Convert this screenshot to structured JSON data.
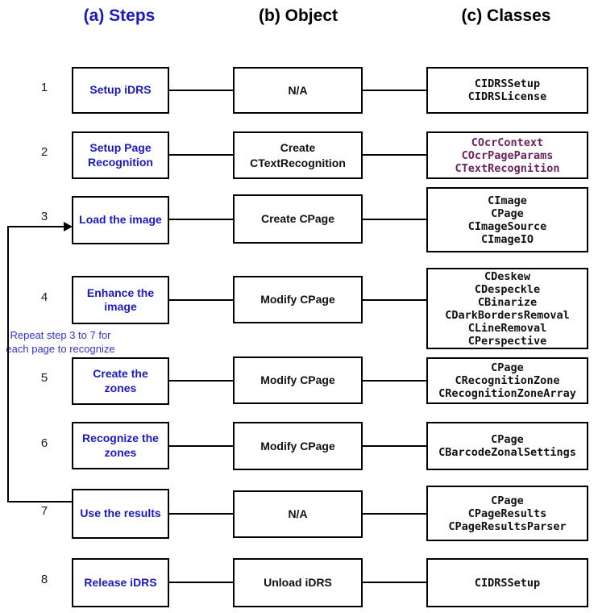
{
  "headers": [
    {
      "label": "(a) Steps"
    },
    {
      "label": "(b) Object"
    },
    {
      "label": "(c) Classes"
    }
  ],
  "loop_note": {
    "lines": [
      "Repeat step 3 to 7 for",
      "each page to recognize"
    ]
  },
  "rows": [
    {
      "num": "1",
      "step": "Setup iDRS",
      "object": "N/A",
      "classes": [
        "CIDRSSetup",
        "CIDRSLicense"
      ],
      "classes_color": "#111111"
    },
    {
      "num": "2",
      "step": "Setup Page Recognition",
      "object": "Create CTextRecognition",
      "classes": [
        "COcrContext",
        "COcrPageParams",
        "CTextRecognition"
      ],
      "classes_color": "#6e215f"
    },
    {
      "num": "3",
      "step": "Load the image",
      "object": "Create CPage",
      "classes": [
        "CImage",
        "CPage",
        "CImageSource",
        "CImageIO"
      ],
      "classes_color": "#111111"
    },
    {
      "num": "4",
      "step": "Enhance the image",
      "object": "Modify CPage",
      "classes": [
        "CDeskew",
        "CDespeckle",
        "CBinarize",
        "CDarkBordersRemoval",
        "CLineRemoval",
        "CPerspective"
      ],
      "classes_color": "#111111"
    },
    {
      "num": "5",
      "step": "Create the zones",
      "object": "Modify CPage",
      "classes": [
        "CPage",
        "CRecognitionZone",
        "CRecognitionZoneArray"
      ],
      "classes_color": "#111111"
    },
    {
      "num": "6",
      "step": "Recognize the zones",
      "object": "Modify CPage",
      "classes": [
        "CPage",
        "CBarcodeZonalSettings"
      ],
      "classes_color": "#111111"
    },
    {
      "num": "7",
      "step": "Use the results",
      "object": "N/A",
      "classes": [
        "CPage",
        "CPageResults",
        "CPageResultsParser"
      ],
      "classes_color": "#111111"
    },
    {
      "num": "8",
      "step": "Release iDRS",
      "object": "Unload iDRS",
      "classes": [
        "CIDRSSetup"
      ],
      "classes_color": "#111111"
    }
  ],
  "colors": {
    "step_text": "#1a1ac0",
    "header_steps": "#1a1ac0",
    "header_default": "#000000",
    "loop_note": "#3333cc",
    "line": "#000000"
  }
}
